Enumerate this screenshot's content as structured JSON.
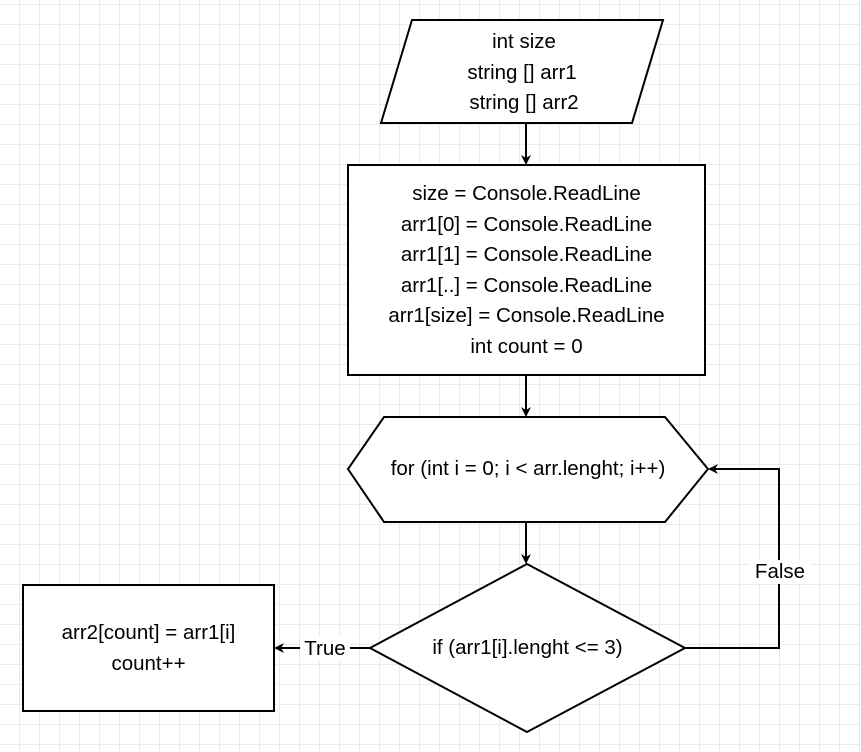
{
  "diagram": {
    "input_node": {
      "lines": [
        "int size",
        "string [] arr1",
        "string [] arr2"
      ]
    },
    "process_node": {
      "lines": [
        "size = Console.ReadLine",
        "arr1[0] = Console.ReadLine",
        "arr1[1] = Console.ReadLine",
        "arr1[..] = Console.ReadLine",
        "arr1[size] = Console.ReadLine",
        "int count = 0"
      ]
    },
    "loop_node": {
      "text": "for (int i = 0; i < arr.lenght; i++)"
    },
    "decision_node": {
      "text": "if (arr1[i].lenght <= 3)"
    },
    "action_node": {
      "lines": [
        "arr2[count] = arr1[i]",
        "count++"
      ]
    },
    "edges": {
      "true_label": "True",
      "false_label": "False"
    }
  },
  "colors": {
    "stroke": "#000000",
    "fill": "#ffffff",
    "grid": "#ebebeb"
  }
}
